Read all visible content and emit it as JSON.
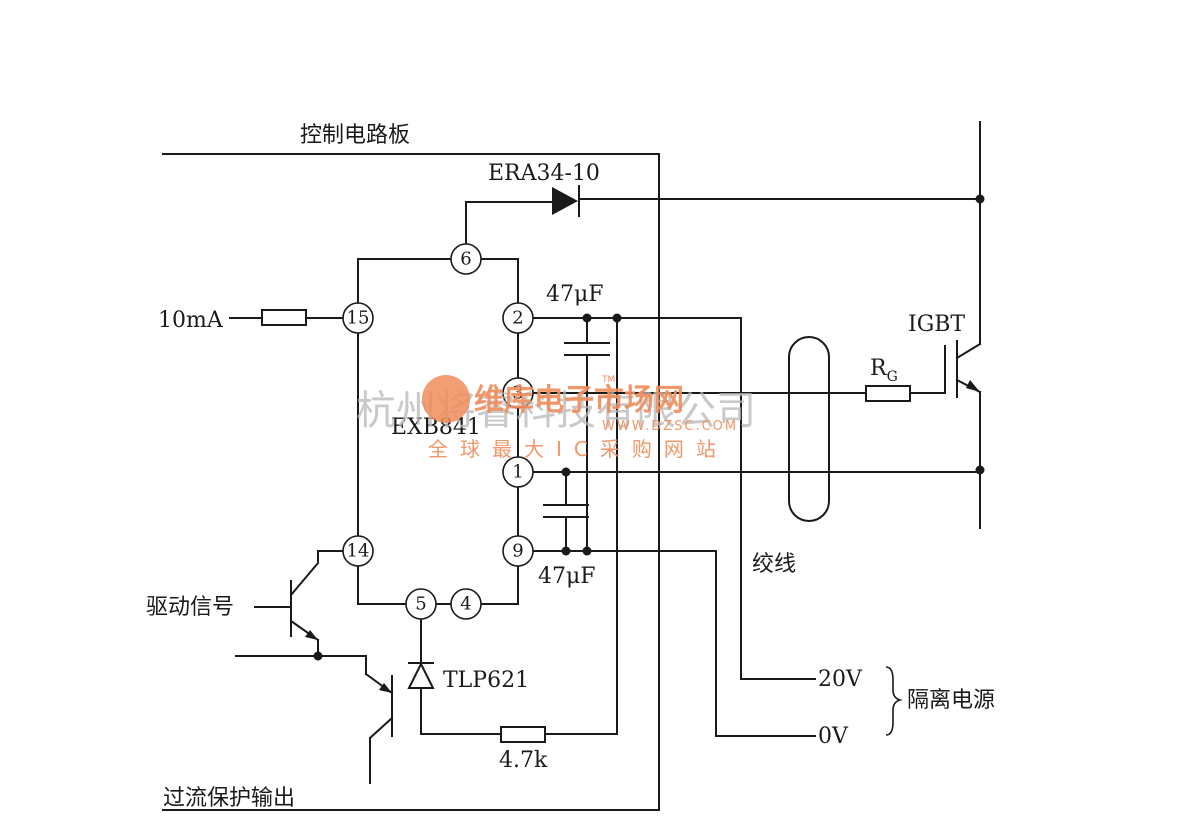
{
  "labels": {
    "board": "控制电路板",
    "diode": "ERA34-10",
    "current": "10mA",
    "cap_top": "47μF",
    "cap_bottom": "47μF",
    "chip": "EXB841",
    "igbt": "IGBT",
    "rg_main": "R",
    "rg_sub": "G",
    "twisted": "绞线",
    "drive": "驱动信号",
    "opto": "TLP621",
    "resistor": "4.7k",
    "v20": "20V",
    "v0": "0V",
    "supply": "隔离电源",
    "overcurrent": "过流保护输出"
  },
  "pins": {
    "p6": "6",
    "p15": "15",
    "p2": "2",
    "p3": "3",
    "p1": "1",
    "p9": "9",
    "p14": "14",
    "p5": "5",
    "p4": "4"
  },
  "watermark": {
    "company": "杭州将睿科技有限公司",
    "brand": "维库电子市场网",
    "url": "WWW.DZSC.COM",
    "slogan": "全球最大IC采购网站",
    "tm": "TM"
  }
}
